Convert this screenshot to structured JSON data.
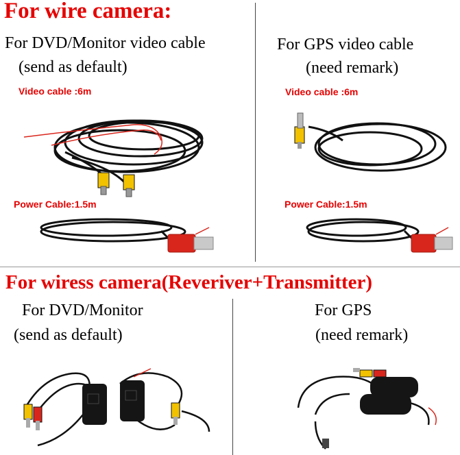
{
  "wire": {
    "heading": "For wire camera:",
    "dvd": {
      "title": "For DVD/Monitor video cable",
      "subtitle": "(send as default)",
      "video_label": "Video cable :6m",
      "power_label": "Power Cable:1.5m"
    },
    "gps": {
      "title": "For GPS video cable",
      "subtitle": "(need remark)",
      "video_label": "Video cable :6m",
      "power_label": "Power Cable:1.5m"
    }
  },
  "wireless": {
    "heading": "For wiress camera(Reveriver+Transmitter)",
    "dvd": {
      "title": "For DVD/Monitor",
      "subtitle": "(send as default)"
    },
    "gps": {
      "title": "For GPS",
      "subtitle": "(need remark)"
    }
  },
  "colors": {
    "accent_red": "#e60000",
    "cable_black": "#111111",
    "connector_yellow": "#f2c200",
    "connector_red": "#d9261c"
  }
}
